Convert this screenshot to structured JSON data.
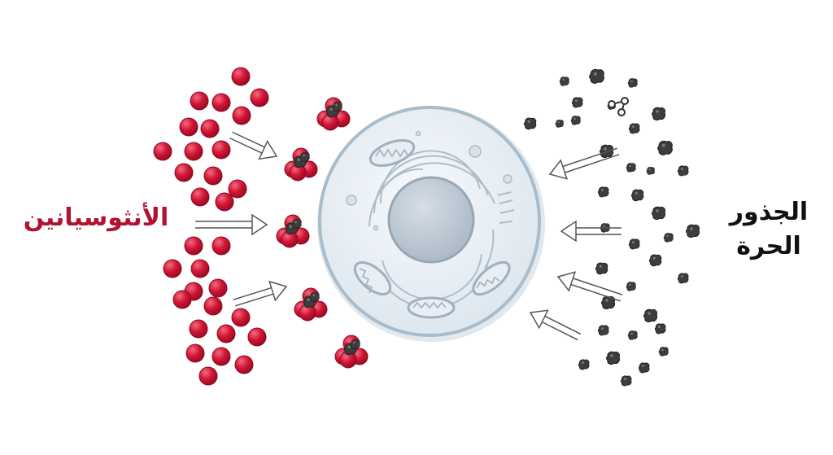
{
  "labels": {
    "anthocyanins": "الأنثوسيانين",
    "free_radicals_line1": "الجذور",
    "free_radicals_line2": "الحرة"
  },
  "colors": {
    "anthocyanin": "#c8102e",
    "anthocyanin_text": "#b1122f",
    "free_radical": "#3a3a3a",
    "free_radical_text": "#111111",
    "cell_fill": "#e6eef5",
    "cell_edge": "#a9bccb",
    "nucleus": "#b9c7d3"
  }
}
